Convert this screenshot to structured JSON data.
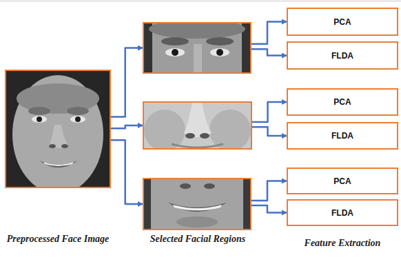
{
  "diagram": {
    "nodes": [
      {
        "text": []
      },
      {
        "text": []
      },
      {
        "text": [
          "PCA"
        ]
      },
      {
        "text": [
          "FLDA"
        ]
      },
      {
        "text": []
      },
      {
        "text": [
          "PCA"
        ]
      },
      {
        "text": [
          "FLDA"
        ]
      },
      {
        "text": []
      },
      {
        "text": [
          "PCA"
        ]
      },
      {
        "text": [
          "FLDA"
        ]
      }
    ],
    "edges": [
      {
        "from": 0,
        "to": 1,
        "arrow": "to"
      },
      {
        "from": 0,
        "to": 4,
        "arrow": "to"
      },
      {
        "from": 0,
        "to": 7,
        "arrow": "to"
      },
      {
        "from": 1,
        "to": 2,
        "arrow": "to"
      },
      {
        "from": 1,
        "to": 3,
        "arrow": "to"
      },
      {
        "from": 4,
        "to": 5,
        "arrow": "to"
      },
      {
        "from": 4,
        "to": 6,
        "arrow": "to"
      },
      {
        "from": 7,
        "to": 8,
        "arrow": "to"
      },
      {
        "from": 7,
        "to": 9,
        "arrow": "to"
      }
    ],
    "labels": [
      "Preprocessed Face Image",
      "Selected Facial Regions",
      "Feature Extraction"
    ]
  }
}
